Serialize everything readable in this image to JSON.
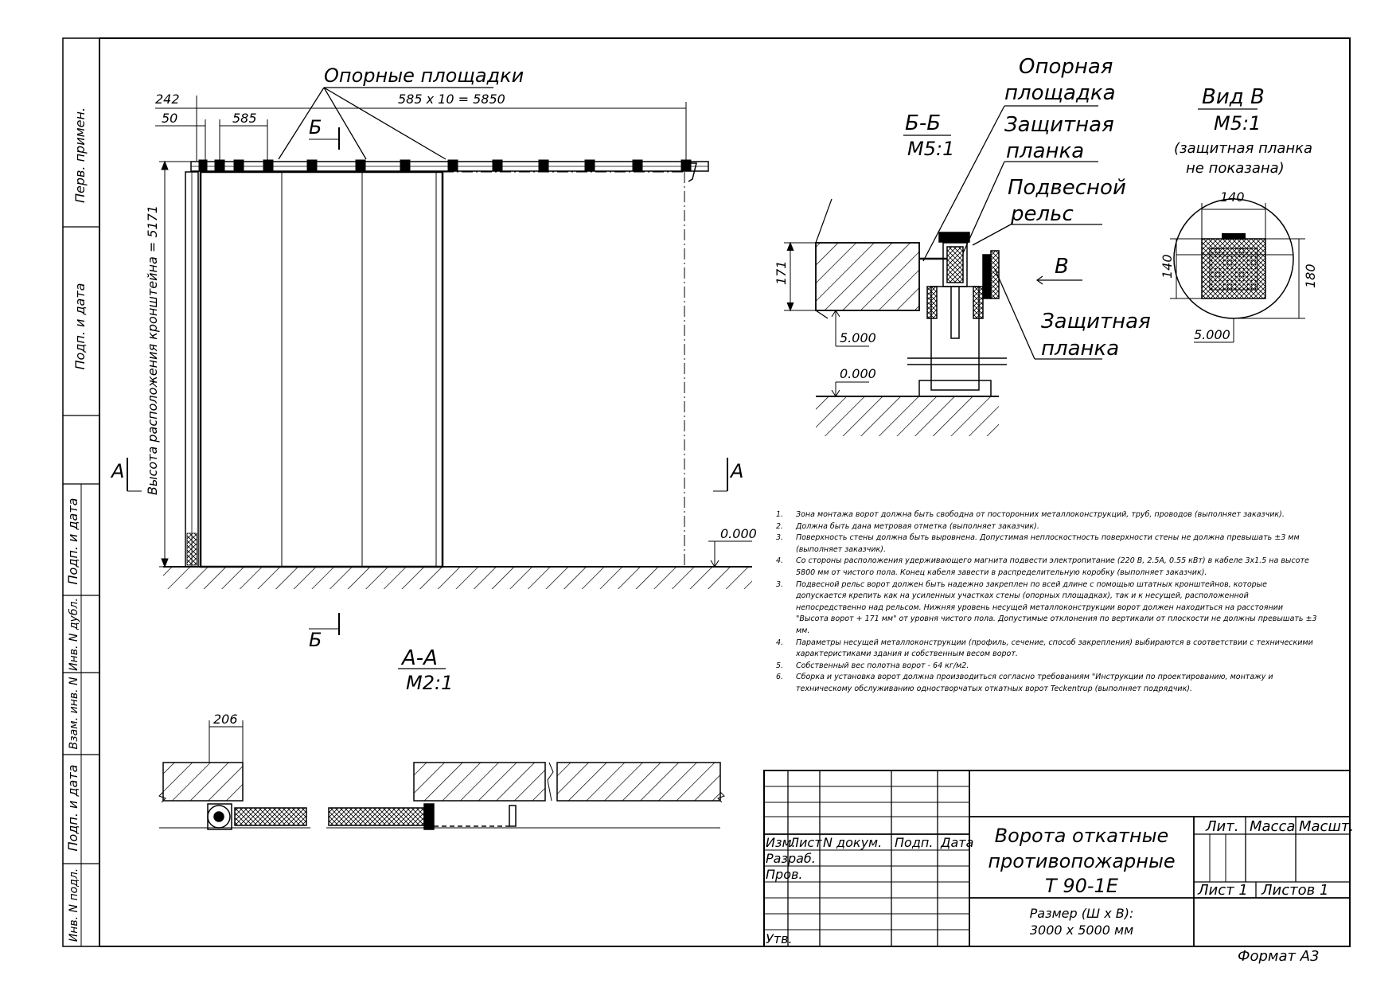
{
  "margin_labels": [
    "Перв. примен.",
    "Подп. и дата",
    "Подп. и дата",
    "Инв. N дубл.",
    "Взам. инв. N",
    "Подп. и дата",
    "Инв. N подл."
  ],
  "front_view": {
    "leader_label": "Опорные площадки",
    "dim_total": "585 x 10 = 5850",
    "dim_242": "242",
    "dim_50": "50",
    "dim_585": "585",
    "height_label": "Высота расположения кронштейна = 5171",
    "section_a": "A",
    "section_b": "Б",
    "floor_level": "0.000"
  },
  "section_bb": {
    "title": "Б-Б",
    "scale": "M5:1",
    "label_support": [
      "Опорная",
      "площадка"
    ],
    "label_guard": [
      "Защитная",
      "планка"
    ],
    "label_rail": [
      "Подвесной",
      "рельс"
    ],
    "label_guard2": [
      "Защитная",
      "планка"
    ],
    "view_mark": "B",
    "dim_171": "171",
    "level_5000": "5.000",
    "level_0000": "0.000"
  },
  "view_v": {
    "title": "Вид B",
    "scale": "M5:1",
    "note": [
      "(защитная планка",
      "не показана)"
    ],
    "dim_140h": "140",
    "dim_140v": "140",
    "dim_180": "180",
    "level": "5.000"
  },
  "section_aa": {
    "title": "A-A",
    "scale": "M2:1",
    "dim_206": "206"
  },
  "notes": [
    {
      "num": "1.",
      "text": "Зона монтажа ворот должна быть свободна от посторонних металлоконструкций, труб, проводов (выполняет заказчик)."
    },
    {
      "num": "2.",
      "text": "Должна быть дана метровая отметка (выполняет заказчик)."
    },
    {
      "num": "3.",
      "text": "Поверхность стены должна быть выровнена. Допустимая неплоскостность поверхности стены не должна превышать ±3 мм (выполняет заказчик)."
    },
    {
      "num": "4.",
      "text": "Со стороны расположения удерживающего магнита подвести электропитание (220 В, 2.5А, 0.55 кВт) в кабеле 3х1.5 на высоте 5800 мм от чистого пола. Конец кабеля завести в распределительную коробку (выполняет заказчик)."
    },
    {
      "num": "3.",
      "text": "Подвесной рельс ворот должен быть надежно закреплен по всей длине с помощью штатных кронштейнов, которые допускается крепить как на усиленных участках стены (опорных площадках), так и к несущей, расположенной непосредственно над рельсом. Нижняя уровень несущей металлоконструкции ворот должен находиться на расстоянии \"Высота ворот + 171 мм\" от уровня чистого пола. Допустимые отклонения по вертикали от плоскости не должны превышать ±3 мм."
    },
    {
      "num": "4.",
      "text": "Параметры несущей металлоконструкции (профиль, сечение, способ закрепления) выбираются в соответствии с техническими характеристиками здания и собственным весом ворот."
    },
    {
      "num": "5.",
      "text": "Собственный вес полотна ворот - 64 кг/м2."
    },
    {
      "num": "6.",
      "text": "Сборка и установка ворот должна производиться согласно требованиям \"Инструкции по проектированию, монтажу и техническому обслуживанию одностворчатых откатных ворот Teckentrup (выполняет подрядчик)."
    }
  ],
  "title_block": {
    "col_izm": "Изм.",
    "col_list": "Лист",
    "col_ndoc": "N докум.",
    "col_podp": "Подп.",
    "col_data": "Дата",
    "row_razrab": "Разраб.",
    "row_prov": "Пров.",
    "row_utv": "Утв.",
    "title_lines": [
      "Ворота откатные",
      "противопожарные",
      "Т 90-1Е"
    ],
    "size_lines": [
      "Размер (Ш х В):",
      "3000 х 5000 мм"
    ],
    "lit": "Лит.",
    "massa": "Масса",
    "masshtab": "Масшт.",
    "sheet": "Лист 1",
    "sheets": "Листов 1"
  },
  "format": "Формат А3"
}
